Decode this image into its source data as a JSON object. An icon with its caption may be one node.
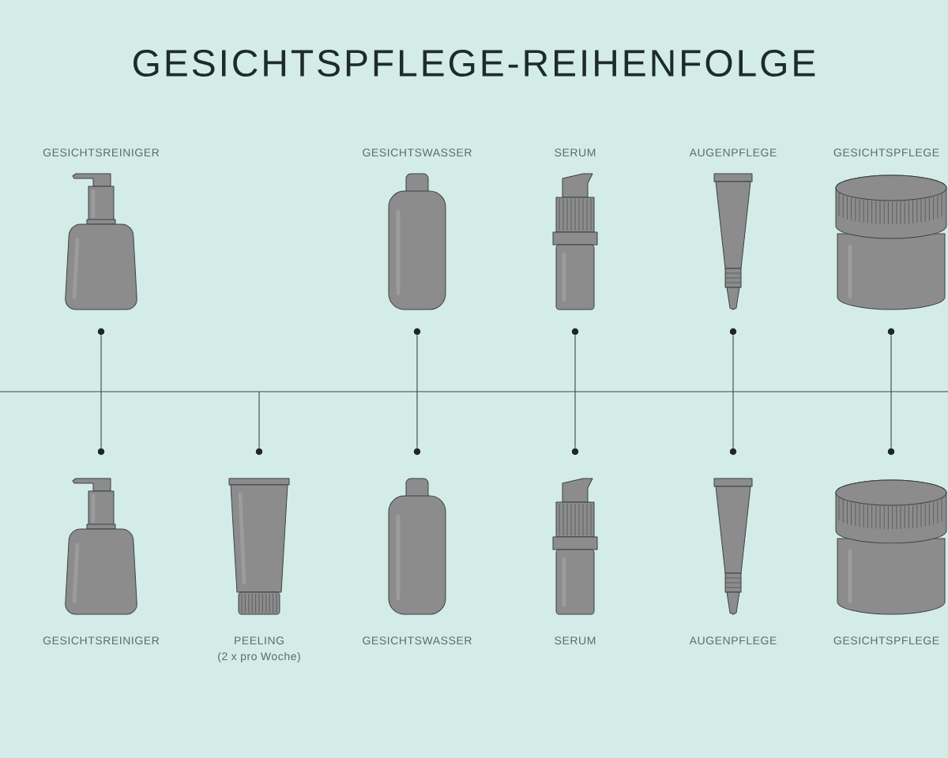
{
  "diagram": {
    "title": "GESICHTSPFLEGE-REIHENFOLGE",
    "nodes": [
      {
        "text": [],
        "shape": "picture",
        "beside": [
          "GESICHTSREINIGER"
        ]
      },
      {
        "text": [],
        "shape": "picture",
        "beside": [
          "GESICHTSWASSER"
        ]
      },
      {
        "text": [],
        "shape": "picture",
        "beside": [
          "SERUM"
        ]
      },
      {
        "text": [],
        "shape": "picture",
        "beside": [
          "AUGENPFLEGE"
        ]
      },
      {
        "text": [],
        "shape": "picture",
        "beside": [
          "GESICHTSPFLEGE"
        ]
      },
      {
        "text": [],
        "shape": "circle"
      },
      {
        "text": [],
        "shape": "circle"
      },
      {
        "text": [],
        "shape": "circle"
      },
      {
        "text": [],
        "shape": "circle"
      },
      {
        "text": [],
        "shape": "circle"
      },
      {
        "text": [],
        "shape": "circle"
      },
      {
        "text": [],
        "shape": "circle"
      },
      {
        "text": [],
        "shape": "circle"
      },
      {
        "text": [],
        "shape": "circle"
      },
      {
        "text": [],
        "shape": "circle"
      },
      {
        "text": [],
        "shape": "circle"
      },
      {
        "text": [],
        "shape": "picture",
        "beside": [
          "GESICHTSREINIGER"
        ]
      },
      {
        "text": [],
        "shape": "picture",
        "beside": [
          "PEELING",
          "(2 x pro Woche)"
        ]
      },
      {
        "text": [],
        "shape": "picture",
        "beside": [
          "GESICHTSWASSER"
        ]
      },
      {
        "text": [],
        "shape": "picture",
        "beside": [
          "SERUM"
        ]
      },
      {
        "text": [],
        "shape": "picture",
        "beside": [
          "AUGENPFLEGE"
        ]
      },
      {
        "text": [],
        "shape": "picture",
        "beside": [
          "GESICHTSPFLEGE"
        ]
      }
    ],
    "edges": [
      {
        "from": 5,
        "to": 10,
        "arrow": "none"
      },
      {
        "from": null,
        "to": 11,
        "arrow": "none"
      },
      {
        "from": 6,
        "to": 12,
        "arrow": "none"
      },
      {
        "from": 7,
        "to": 13,
        "arrow": "none"
      },
      {
        "from": 8,
        "to": 14,
        "arrow": "none"
      },
      {
        "from": 9,
        "to": 15,
        "arrow": "none"
      }
    ]
  }
}
